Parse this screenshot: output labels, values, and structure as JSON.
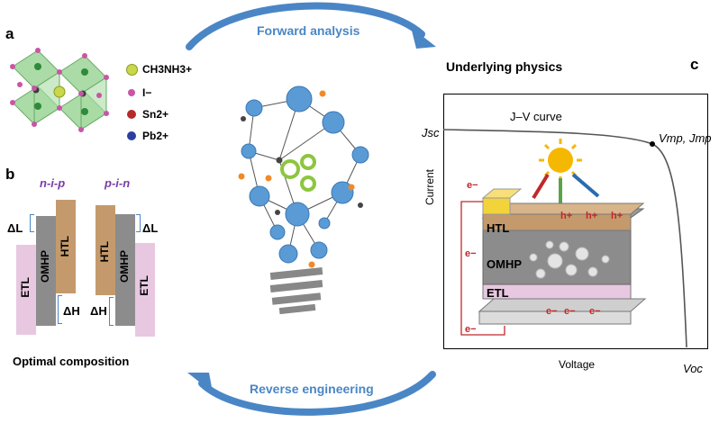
{
  "panels": {
    "a": "a",
    "b": "b",
    "c": "c"
  },
  "legend": [
    {
      "label": "CH3NH3+",
      "color": "#c8d84a"
    },
    {
      "label": "I−",
      "color": "#c855a6"
    },
    {
      "label": "Sn2+",
      "color": "#b52a2a"
    },
    {
      "label": "Pb2+",
      "color": "#2b3f9f"
    }
  ],
  "top_arrow_label": "Forward analysis",
  "bottom_arrow_label": "Reverse engineering",
  "underlying_physics": "Underlying physics",
  "panel_b": {
    "nip_title": "n-i-p",
    "pin_title": "p-i-n",
    "delta_l": "ΔL",
    "delta_h": "ΔH",
    "omhp": "OMHP",
    "htl": "HTL",
    "etl": "ETL",
    "caption": "Optimal composition"
  },
  "jv": {
    "jsc": "Jsc",
    "voc": "Voc",
    "curve_label": "J–V curve",
    "mpp": "Vmp, Jmp",
    "ylabel": "Current",
    "xlabel": "Voltage"
  },
  "device": {
    "htl": "HTL",
    "omhp": "OMHP",
    "etl": "ETL",
    "hole": "h+",
    "electron": "e−"
  },
  "colors": {
    "accent_blue": "#4a86c5",
    "htl": "#c49a6c",
    "omhp": "#8c8c8c",
    "etl": "#e8c8e0",
    "electrode": "#f2d43a",
    "arrow_red": "#c0282a",
    "pin_purple": "#7a3aa8"
  }
}
